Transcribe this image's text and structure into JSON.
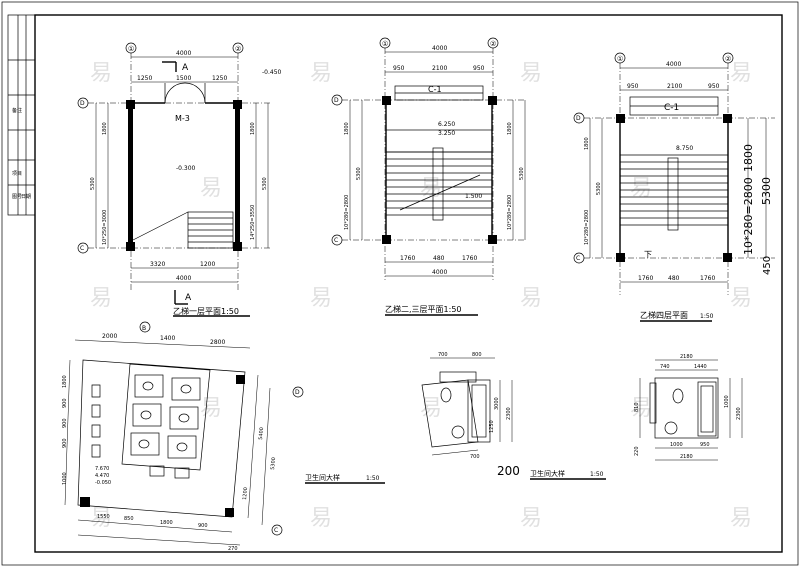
{
  "title_block": {
    "cells": [
      "备注",
      "项目",
      "图号",
      "日期"
    ]
  },
  "watermark": "易",
  "plan_a": {
    "title": "乙梯一层平面1:50",
    "door_label": "M-3",
    "section_mark": "A",
    "level_ext": "-0.450",
    "level_int": "-0.300",
    "top_dims": [
      "4000",
      "1250",
      "1500",
      "1250"
    ],
    "bottom_dims": [
      "3320",
      "1200",
      "4000"
    ],
    "left_dims": [
      "1800",
      "5300",
      "10*250=3000"
    ],
    "right_dims": [
      "1800",
      "5300",
      "14*250=3550"
    ],
    "axes": [
      "①",
      "②",
      "D",
      "C"
    ]
  },
  "plan_b": {
    "title": "乙梯二,三层平面1:50",
    "window_label": "C-1",
    "level_top": "6.250",
    "level_mid": "3.250",
    "level_low": "1.500",
    "top_dims": [
      "4000",
      "950",
      "2100",
      "950"
    ],
    "bottom_dims": [
      "1760",
      "480",
      "1760",
      "4000"
    ],
    "left_dims": [
      "1800",
      "5300",
      "10*280=2800"
    ],
    "right_dims": [
      "1800",
      "5300",
      "10*280=2800"
    ],
    "axes": [
      "①",
      "②",
      "D",
      "C"
    ]
  },
  "plan_c": {
    "title": "乙梯四层平面",
    "scale": "1:50",
    "window_label": "C-1",
    "level": "8.750",
    "down_mark": "下",
    "top_dims": [
      "4000",
      "950",
      "2100",
      "950"
    ],
    "bottom_dims": [
      "1760",
      "480",
      "1760"
    ],
    "left_dims": [
      "1800",
      "5300",
      "10*280=2800"
    ],
    "right_dims": [
      "1800",
      "5300",
      "10*280=2800",
      "450"
    ],
    "axes": [
      "①",
      "②",
      "D",
      "C"
    ]
  },
  "toilet_a": {
    "title": "卫生间大样",
    "scale": "1:50",
    "top_dims": [
      "2000",
      "1400",
      "2800"
    ],
    "left_dims": [
      "1800",
      "900",
      "900",
      "900",
      "1000"
    ],
    "bottom_dims": [
      "1550",
      "850",
      "1800",
      "900",
      "270"
    ],
    "right_dims": [
      "5400",
      "5300",
      "1200"
    ],
    "levels": [
      "7.670",
      "4.470",
      "-0.050"
    ],
    "axes": [
      "B",
      "D",
      "C"
    ]
  },
  "toilet_b": {
    "title": "卫生间大样",
    "scale": "1:50",
    "dims": [
      "700",
      "800",
      "3000",
      "2300",
      "1250",
      "700"
    ],
    "note": "200"
  },
  "toilet_c": {
    "title": "卫生间大样",
    "scale": "1:50",
    "top_dims": [
      "2180",
      "740",
      "1440"
    ],
    "bottom_dims": [
      "1000",
      "950",
      "2180"
    ],
    "left_dims": [
      "810",
      "220"
    ],
    "right_dims": [
      "1000",
      "2300"
    ]
  }
}
